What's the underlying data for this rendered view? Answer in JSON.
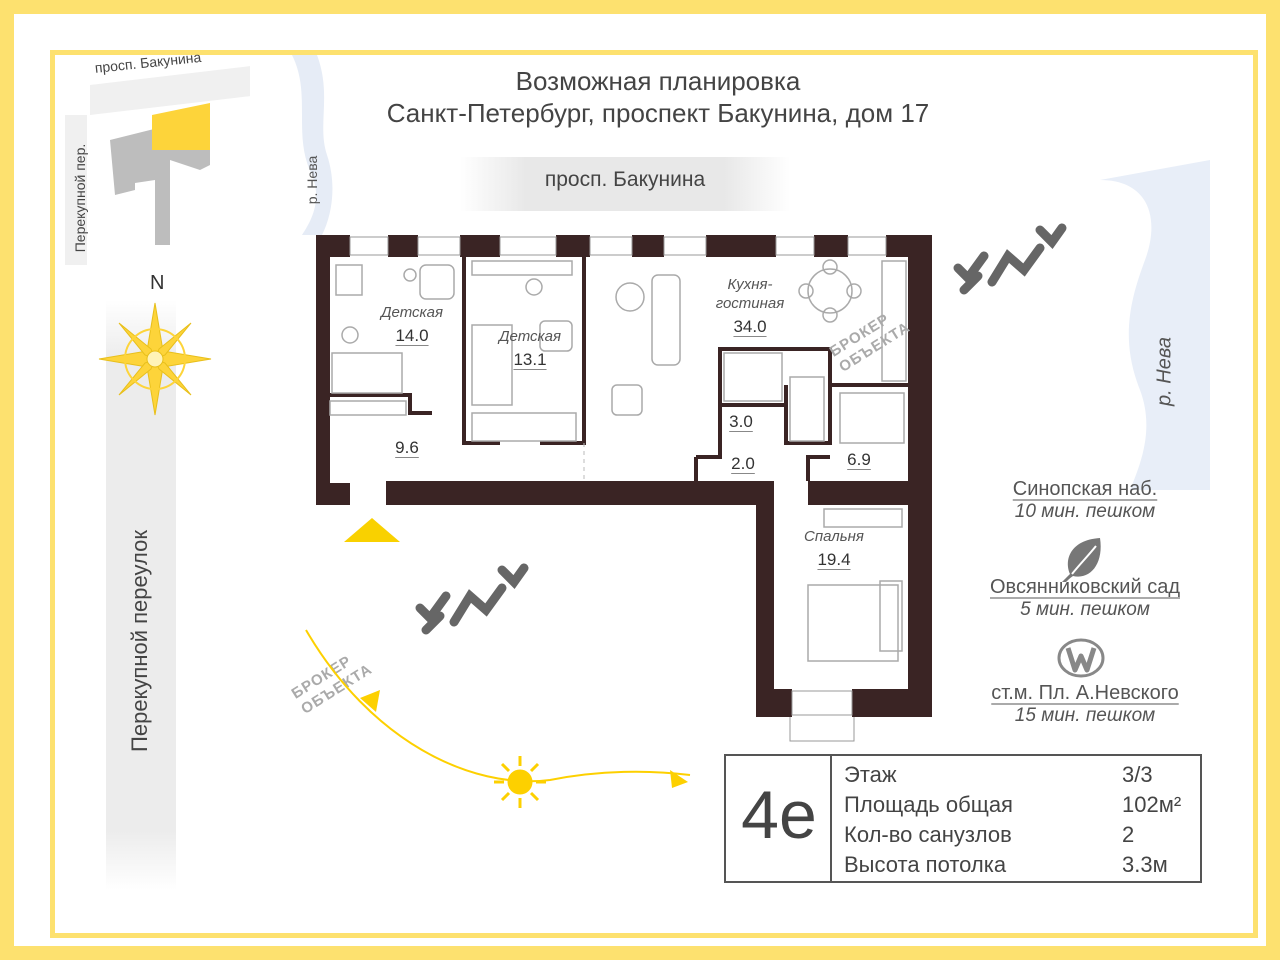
{
  "header": {
    "title_line1": "Возможная планировка",
    "title_line2": "Санкт-Петербург, проспект Бакунина, дом 17"
  },
  "streets": {
    "top": "просп. Бакунина",
    "map_top": "просп. Бакунина",
    "map_side": "Перекупной пер.",
    "left": "Перекупной переулок",
    "river_small": "р. Нева",
    "river_right": "р. Нева"
  },
  "compass": {
    "north": "N"
  },
  "rooms": [
    {
      "name": "Детская",
      "area": "14.0"
    },
    {
      "name": "Детская",
      "area": "13.1"
    },
    {
      "name": "Кухня-\nгостиная",
      "name_line1": "Кухня-",
      "name_line2": "гостиная",
      "area": "34.0"
    },
    {
      "name": "",
      "area": "3.0"
    },
    {
      "name": "",
      "area": "2.0"
    },
    {
      "name": "",
      "area": "6.9"
    },
    {
      "name": "",
      "area": "9.6"
    },
    {
      "name": "Спальня",
      "area": "19.4"
    }
  ],
  "places": [
    {
      "name": "Синопская наб.",
      "time": "10 мин. пешком",
      "icon": ""
    },
    {
      "name": "Овсянниковский сад",
      "time": "5 мин. пешком",
      "icon": "leaf-icon"
    },
    {
      "name": "ст.м. Пл. А.Невского",
      "time": "15 мин. пешком",
      "icon": "metro-icon"
    }
  ],
  "info": {
    "type": "4е",
    "rows": [
      {
        "label": "Этаж",
        "value": "3/3"
      },
      {
        "label": "Площадь общая",
        "value": "102м²"
      },
      {
        "label": "Кол-во санузлов",
        "value": "2"
      },
      {
        "label": "Высота потолка",
        "value": "3.3м"
      }
    ]
  },
  "watermark": {
    "line1": "БРОКЕР",
    "line2": "ОБЪЕКТА"
  },
  "colors": {
    "frame": "#fde16f",
    "wall": "#3a2424",
    "accent": "#fdd000",
    "text": "#444444"
  }
}
